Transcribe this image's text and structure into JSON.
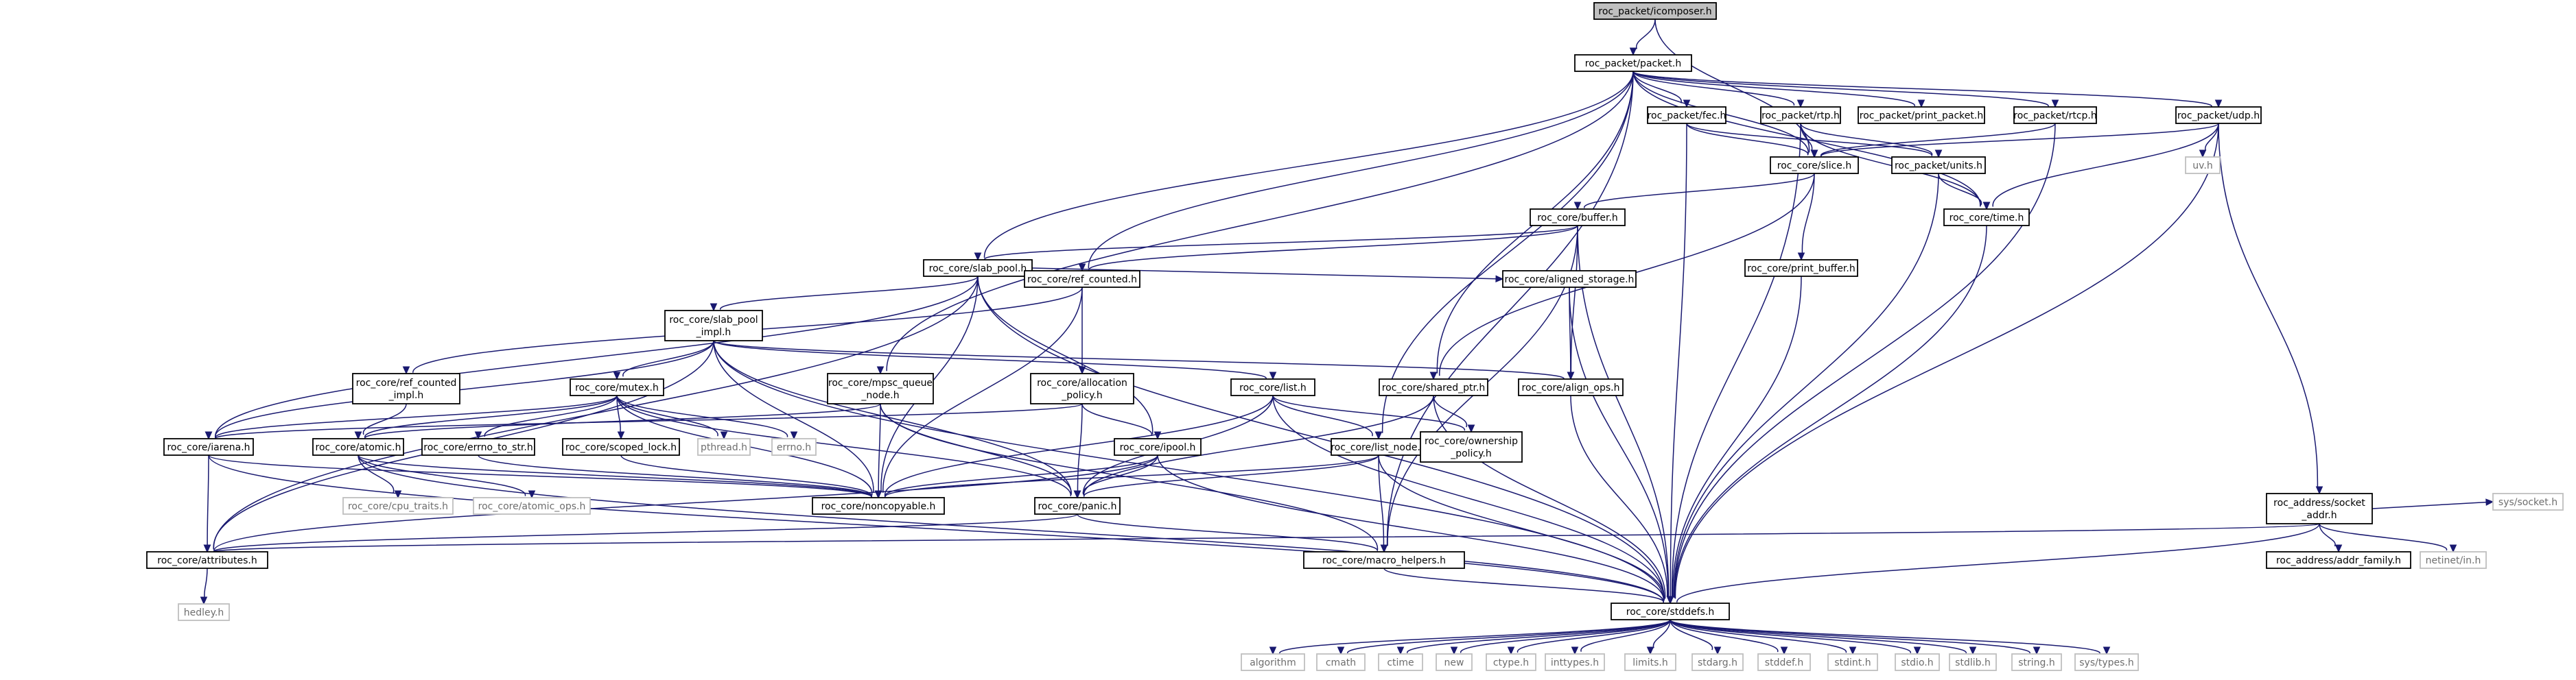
{
  "nodes": {
    "composer": [
      "roc_packet/icomposer.h"
    ],
    "packet": [
      "roc_packet/packet.h"
    ],
    "fec": [
      "roc_packet/fec.h"
    ],
    "rtp": [
      "roc_packet/rtp.h"
    ],
    "print_packet": [
      "roc_packet/print_packet.h"
    ],
    "rtcp": [
      "roc_packet/rtcp.h"
    ],
    "udp": [
      "roc_packet/udp.h"
    ],
    "slice": [
      "roc_core/slice.h"
    ],
    "units": [
      "roc_packet/units.h"
    ],
    "time": [
      "roc_core/time.h"
    ],
    "uv": [
      "uv.h"
    ],
    "buffer": [
      "roc_core/buffer.h"
    ],
    "print_buffer": [
      "roc_core/print_buffer.h"
    ],
    "slab_pool": [
      "roc_core/slab_pool.h"
    ],
    "slab_pool_impl": [
      "roc_core/slab_pool",
      "_impl.h"
    ],
    "ref_counted": [
      "roc_core/ref_counted.h"
    ],
    "aligned_storage": [
      "roc_core/aligned_storage.h"
    ],
    "ref_counted_impl": [
      "roc_core/ref_counted",
      "_impl.h"
    ],
    "mutex": [
      "roc_core/mutex.h"
    ],
    "mpsc_queue_node": [
      "roc_core/mpsc_queue",
      "_node.h"
    ],
    "allocation_policy": [
      "roc_core/allocation",
      "_policy.h"
    ],
    "list": [
      "roc_core/list.h"
    ],
    "shared_ptr": [
      "roc_core/shared_ptr.h"
    ],
    "align_ops": [
      "roc_core/align_ops.h"
    ],
    "arena": [
      "roc_core/iarena.h"
    ],
    "atomic": [
      "roc_core/atomic.h"
    ],
    "errno_to_str": [
      "roc_core/errno_to_str.h"
    ],
    "scoped_lock": [
      "roc_core/scoped_lock.h"
    ],
    "pthread": [
      "pthread.h"
    ],
    "errno": [
      "errno.h"
    ],
    "ipool": [
      "roc_core/ipool.h"
    ],
    "list_node": [
      "roc_core/list_node.h"
    ],
    "ownership_policy": [
      "roc_core/ownership",
      "_policy.h"
    ],
    "cpu_traits": [
      "roc_core/cpu_traits.h"
    ],
    "atomic_ops": [
      "roc_core/atomic_ops.h"
    ],
    "noncopyable": [
      "roc_core/noncopyable.h"
    ],
    "panic": [
      "roc_core/panic.h"
    ],
    "socket_addr": [
      "roc_address/socket",
      "_addr.h"
    ],
    "attributes": [
      "roc_core/attributes.h"
    ],
    "macro_helpers": [
      "roc_core/macro_helpers.h"
    ],
    "addr_family": [
      "roc_address/addr_family.h"
    ],
    "netinet_in": [
      "netinet/in.h"
    ],
    "sys_socket": [
      "sys/socket.h"
    ],
    "hedley": [
      "hedley.h"
    ],
    "stddefs": [
      "roc_core/stddefs.h"
    ],
    "algorithm": [
      "algorithm"
    ],
    "cmath": [
      "cmath"
    ],
    "ctime": [
      "ctime"
    ],
    "new": [
      "new"
    ],
    "ctype": [
      "ctype.h"
    ],
    "inttypes": [
      "inttypes.h"
    ],
    "limits": [
      "limits.h"
    ],
    "stdarg": [
      "stdarg.h"
    ],
    "stddef": [
      "stddef.h"
    ],
    "stdint": [
      "stdint.h"
    ],
    "stdio": [
      "stdio.h"
    ],
    "stdlib": [
      "stdlib.h"
    ],
    "string": [
      "string.h"
    ],
    "sys_types": [
      "sys/types.h"
    ]
  },
  "colors": {
    "edge": "#191970",
    "root_fill": "#bfbfbf",
    "node_border": "#000000",
    "external_border": "#bfbfbf",
    "external_text": "#6e6e6e",
    "background": "#ffffff"
  }
}
